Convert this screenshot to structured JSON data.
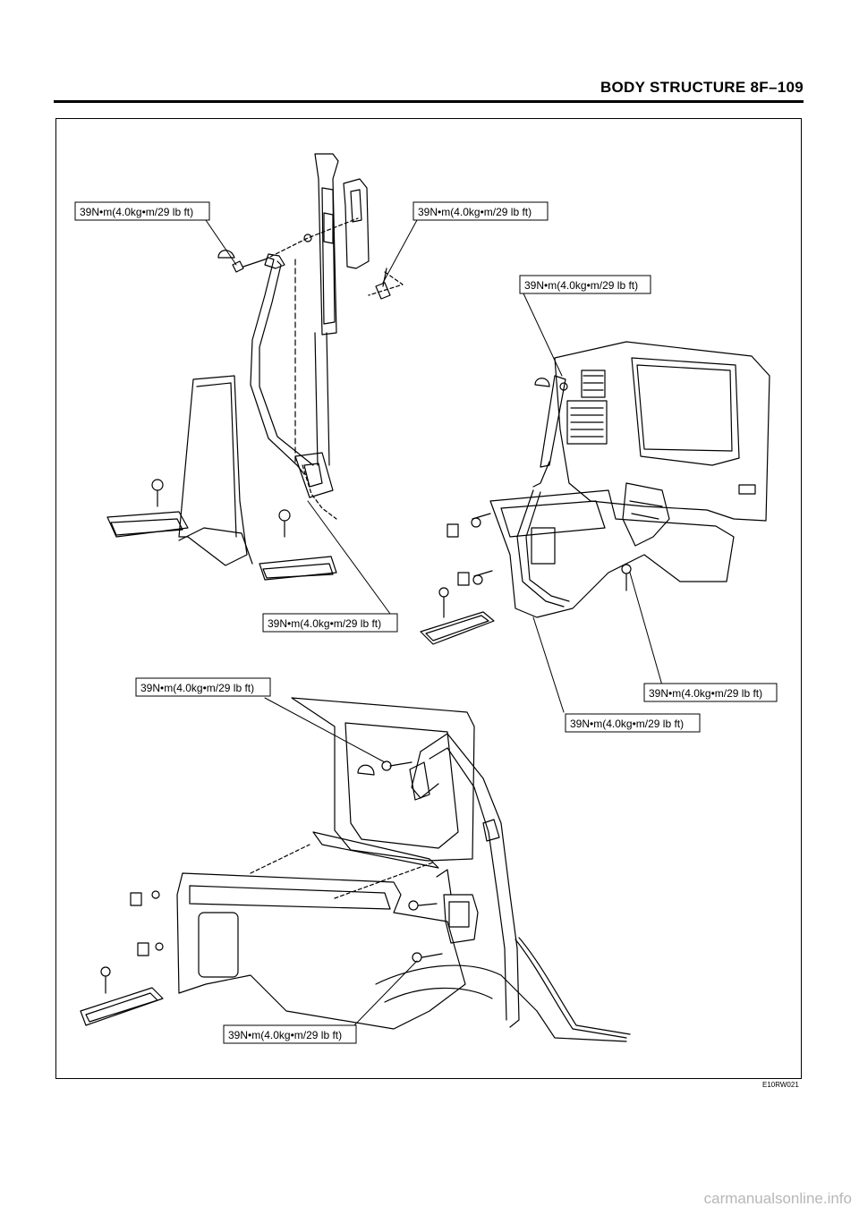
{
  "header": {
    "title": "BODY STRUCTURE   8F–109"
  },
  "labels": [
    "39N•m(4.0kg•m/29 lb ft)",
    "39N•m(4.0kg•m/29 lb ft)",
    "39N•m(4.0kg•m/29 lb ft)",
    "39N•m(4.0kg•m/29 lb ft)",
    "39N•m(4.0kg•m/29 lb ft)",
    "39N•m(4.0kg•m/29 lb ft)",
    "39N•m(4.0kg•m/29 lb ft)",
    "39N•m(4.0kg•m/29 lb ft)"
  ],
  "figure_code": "E10RW021",
  "watermark": "carmanualsonline.info"
}
